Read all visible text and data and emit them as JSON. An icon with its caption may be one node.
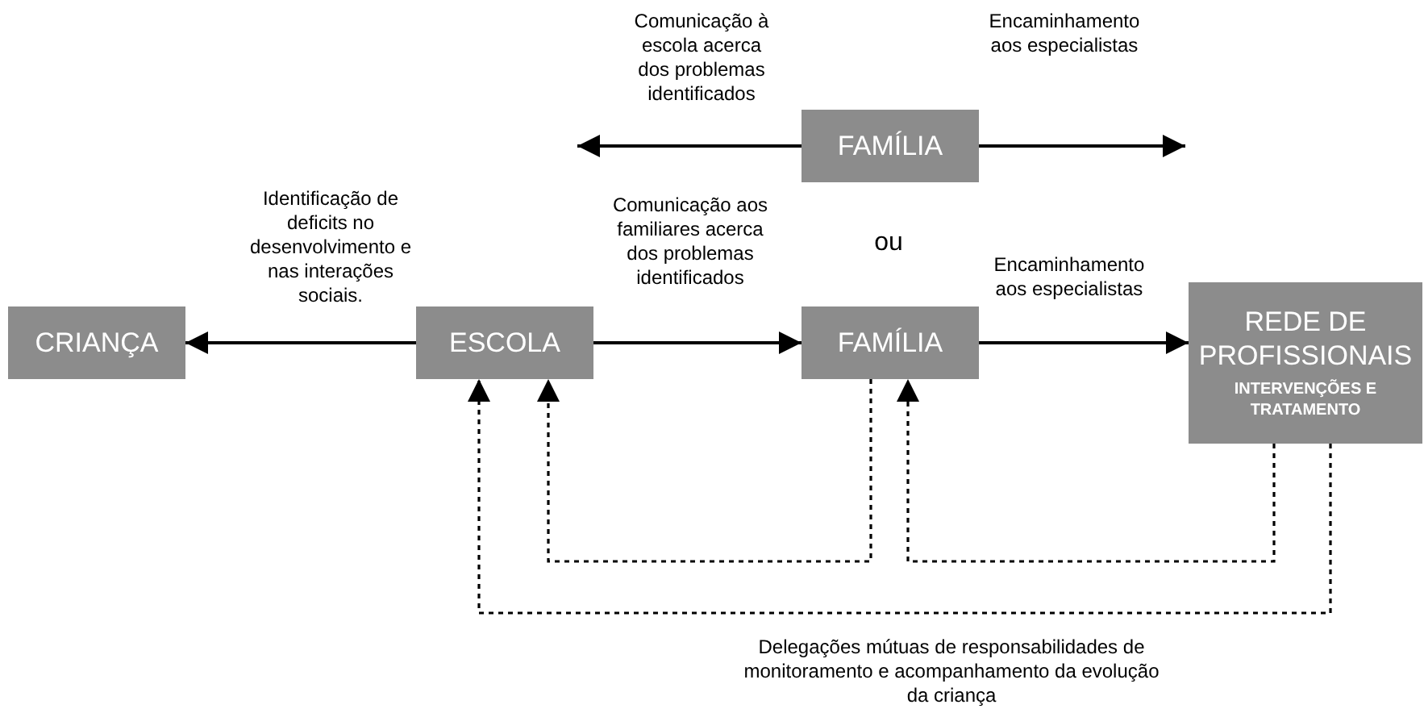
{
  "diagram": {
    "nodes": [
      {
        "text": [
          "CRIANÇA"
        ]
      },
      {
        "text": [
          "ESCOLA"
        ]
      },
      {
        "text": [
          "FAMÍLIA"
        ]
      },
      {
        "text": [
          "REDE DE PROFISSIONAIS",
          "INTERVENÇÕES E TRATAMENTO"
        ]
      },
      {
        "text": [
          "FAMÍLIA"
        ]
      }
    ],
    "edges": [
      {
        "from": 1,
        "to": 0,
        "arrow": "to",
        "label": "Identificação de deficits no desenvolvimento e nas interações sociais."
      },
      {
        "from": 1,
        "to": 2,
        "arrow": "to",
        "label": "Comunicação aos familiares acerca dos problemas identificados"
      },
      {
        "from": 2,
        "to": 3,
        "arrow": "to",
        "label": "Encaminhamento aos especialistas"
      },
      {
        "from": 4,
        "to": null,
        "arrow": "to",
        "label": "Comunicação à escola acerca dos problemas identificados"
      },
      {
        "from": 4,
        "to": null,
        "arrow": "to",
        "label": "Encaminhamento aos especialistas"
      },
      {
        "from": 2,
        "to": 1,
        "arrow": "to",
        "style": "dashed"
      },
      {
        "from": 3,
        "to": 2,
        "arrow": "to",
        "style": "dashed"
      },
      {
        "from": 3,
        "to": 1,
        "arrow": "to",
        "style": "dashed"
      }
    ],
    "labels": [
      "ou",
      "Delegações mútuas de responsabilidades de monitoramento e acompanhamento da evolução da criança"
    ]
  }
}
